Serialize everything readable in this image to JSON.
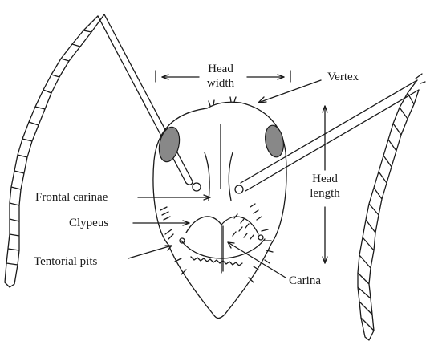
{
  "diagram": {
    "labels": {
      "head_width_line1": "Head",
      "head_width_line2": "width",
      "vertex": "Vertex",
      "head_length_line1": "Head",
      "head_length_line2": "length",
      "frontal_carinae": "Frontal carinae",
      "clypeus": "Clypeus",
      "tentorial_pits": "Tentorial pits",
      "carina": "Carina"
    },
    "colors": {
      "ink": "#1a1a1a",
      "eye": "#888888",
      "background": "#ffffff"
    }
  }
}
